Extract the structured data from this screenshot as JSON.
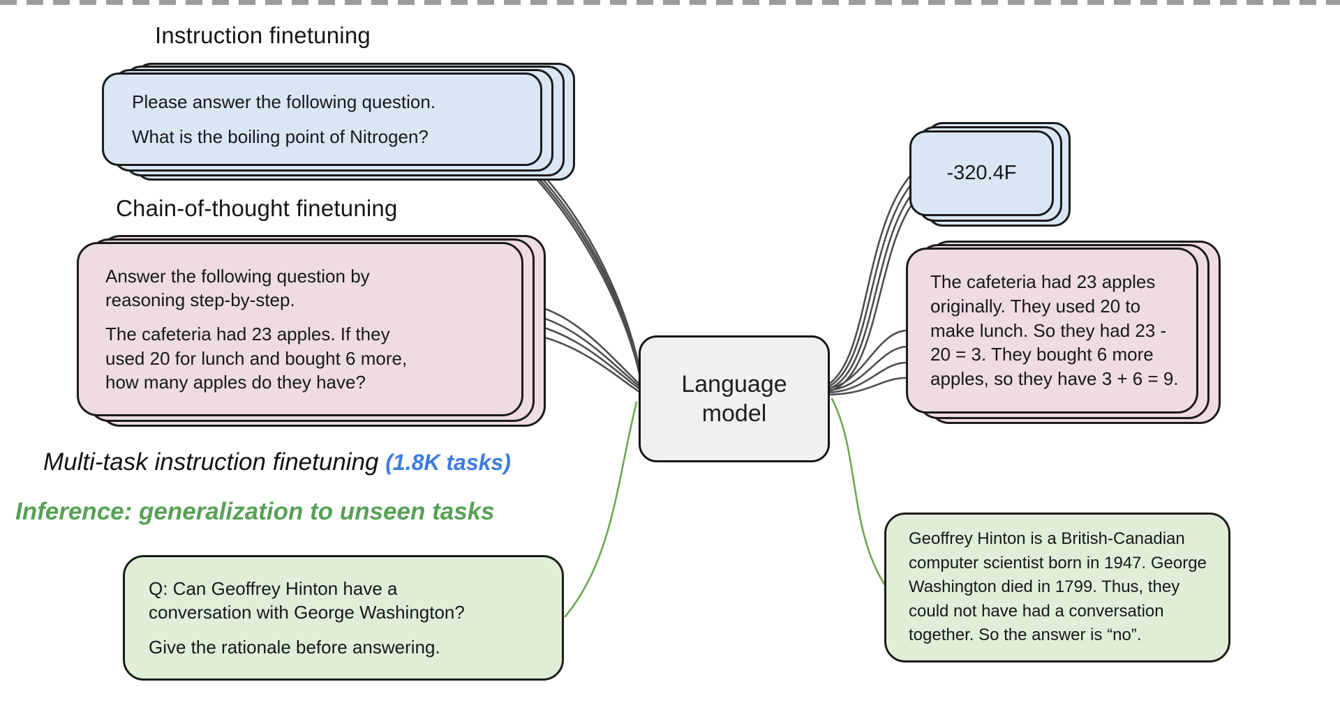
{
  "headings": {
    "instruction_finetuning": "Instruction finetuning",
    "cot_finetuning": "Chain-of-thought finetuning",
    "multitask": "Multi-task instruction finetuning",
    "multitask_tasks": "(1.8K tasks)",
    "inference": "Inference: generalization to unseen tasks"
  },
  "cards": {
    "instruction_input": {
      "para1": "Please answer the following question.",
      "para2": "What is the boiling point of Nitrogen?"
    },
    "cot_input": {
      "para1": "Answer the following question by\nreasoning step-by-step.",
      "para2": "The cafeteria had 23 apples. If they\nused 20 for lunch and bought 6 more,\nhow many apples do they have?"
    },
    "inference_input": {
      "para1": "Q: Can Geoffrey Hinton have a\nconversation with George Washington?",
      "para2": "Give the rationale before answering."
    },
    "instruction_output": {
      "text": "-320.4F"
    },
    "cot_output": {
      "text": "The cafeteria had 23 apples\noriginally. They used 20 to\nmake lunch. So they had 23 -\n20 = 3. They bought 6 more\napples, so they have 3 + 6 = 9."
    },
    "inference_output": {
      "text": "Geoffrey Hinton is a British-Canadian\ncomputer scientist born in 1947. George\nWashington died in 1799. Thus, they\ncould not have had a conversation\ntogether. So the answer is “no”."
    }
  },
  "model_box": {
    "label": "Language\nmodel"
  },
  "colors": {
    "instruction_card_blue": "#d9e7f5",
    "cot_card_pink": "#eedbe4",
    "inference_card_green": "#e0eed8",
    "model_box_gray": "#f0f0f0",
    "card_border": "#1b1b1b",
    "connector_gray": "#4d4d4d",
    "connector_green": "#6aa84f",
    "tasks_label_blue": "#3d7be0",
    "inference_label_green": "#56a156",
    "dashed_line_gray": "#9b9b9b"
  }
}
